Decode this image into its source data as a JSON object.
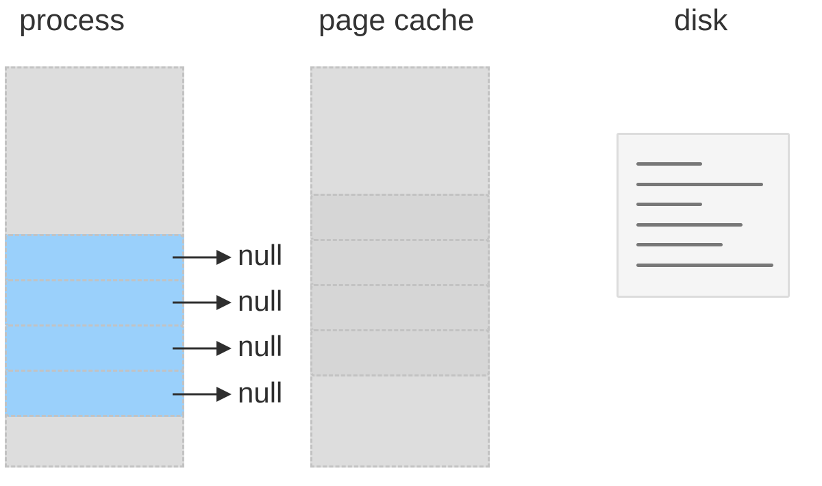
{
  "headings": {
    "process": "process",
    "page_cache": "page cache",
    "disk": "disk"
  },
  "process": {
    "mapped_pages": [
      {
        "label": "null"
      },
      {
        "label": "null"
      },
      {
        "label": "null"
      },
      {
        "label": "null"
      }
    ]
  },
  "page_cache": {
    "cached_page_count": 4
  },
  "disk": {
    "icon": "document-icon"
  },
  "colors": {
    "mapped_page": "#9ad0fb",
    "column": "#dddddd",
    "cached_page": "#d6d6d6",
    "text": "#333333"
  }
}
